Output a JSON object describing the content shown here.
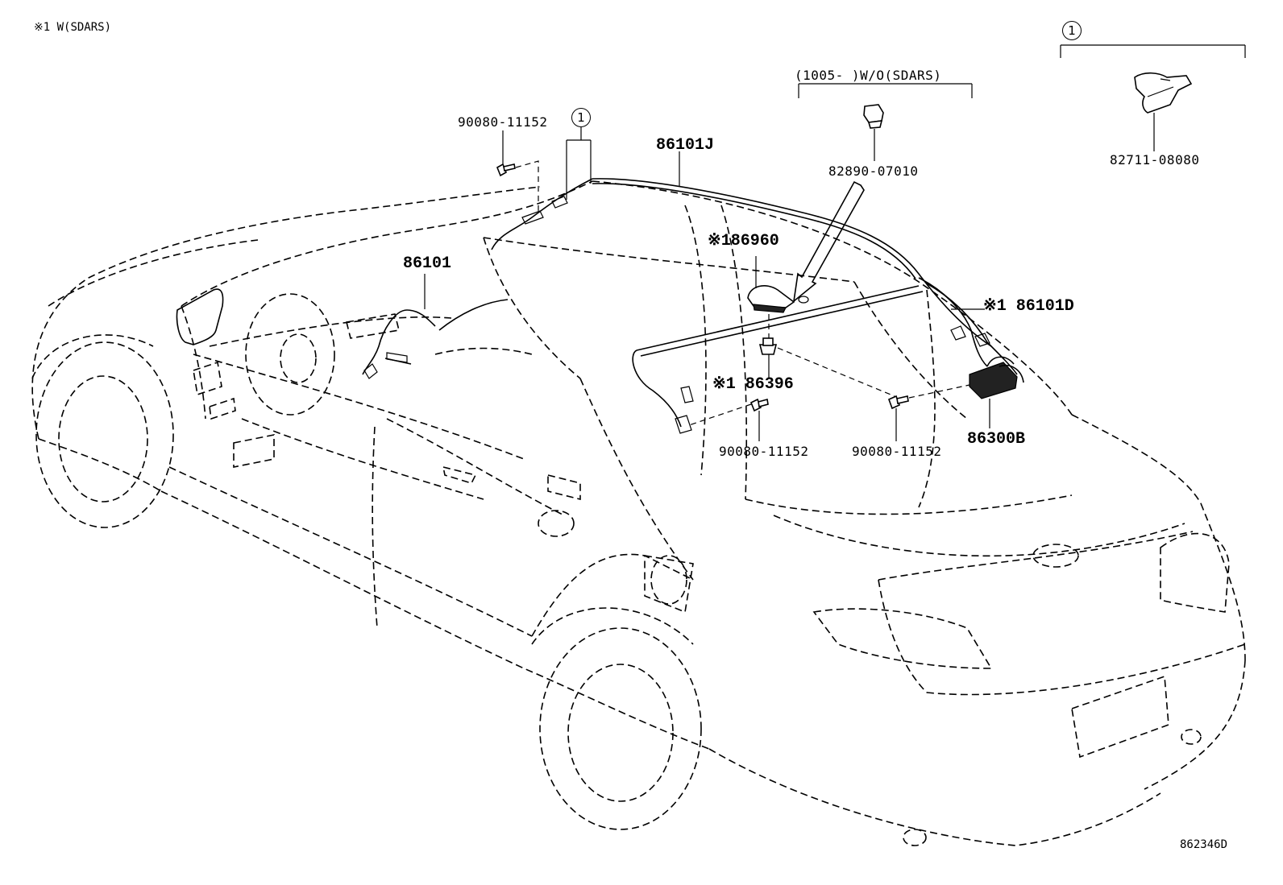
{
  "diagram": {
    "note": "※1 W(SDARS)",
    "diagram_id": "862346D",
    "callout_symbol": "1",
    "group_label": "(1005-      )W/O(SDARS)",
    "labels": {
      "bolt_top_left": "90080-11152",
      "harness_roof": "86101J",
      "cover": "82890-07010",
      "clamp": "82711-08080",
      "antenna": "※186960",
      "cord_rear": "※1 86101D",
      "cord_front": "86101",
      "pad": "※1 86396",
      "bolt_center": "90080-11152",
      "bolt_right": "90080-11152",
      "amplifier": "86300B"
    }
  }
}
